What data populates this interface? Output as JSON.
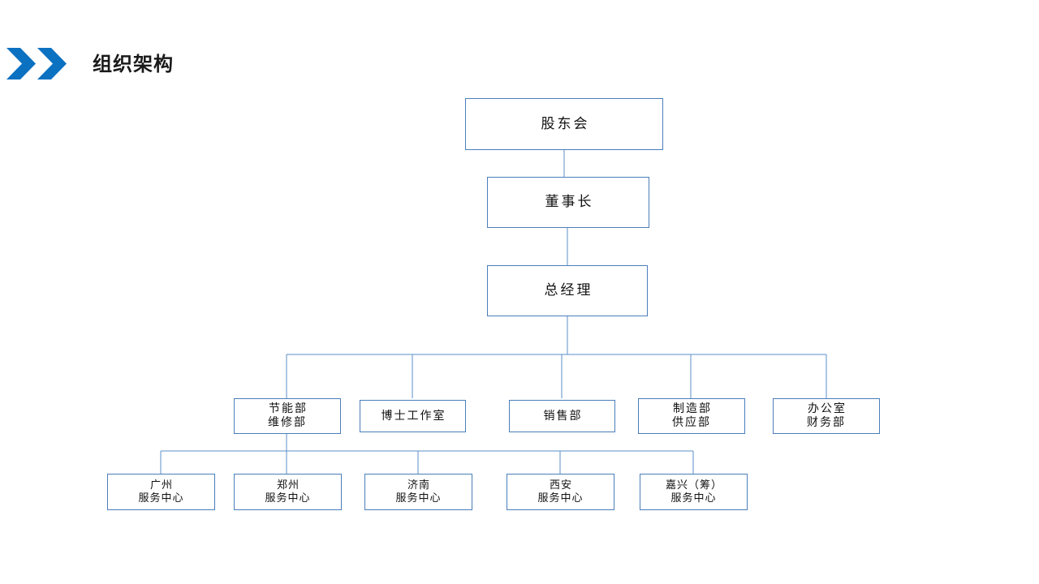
{
  "header": {
    "title": "组织架构",
    "icon": "double-chevron-right-icon",
    "accent_color": "#0b71c1"
  },
  "theme": {
    "box_border_color": "#4a7ebb",
    "connector_color": "#5b8fc9",
    "background": "#ffffff",
    "text_color": "#111111"
  },
  "chart_data": {
    "type": "diagram",
    "title": "组织架构",
    "orientation": "top-down",
    "levels": [
      {
        "name": "executive",
        "nodes": [
          "股东会",
          "董事长",
          "总经理"
        ]
      },
      {
        "name": "departments",
        "nodes": [
          "节能部\n维修部",
          "博士工作室",
          "销售部",
          "制造部\n供应部",
          "办公室\n财务部"
        ]
      },
      {
        "name": "service-centers",
        "nodes": [
          "广州\n服务中心",
          "郑州\n服务中心",
          "济南\n服务中心",
          "西安\n服务中心",
          "嘉兴（筹）\n服务中心"
        ]
      }
    ],
    "edges": [
      {
        "from": "股东会",
        "to": "董事长"
      },
      {
        "from": "董事长",
        "to": "总经理"
      },
      {
        "from": "总经理",
        "to": "节能部\n维修部"
      },
      {
        "from": "总经理",
        "to": "博士工作室"
      },
      {
        "from": "总经理",
        "to": "销售部"
      },
      {
        "from": "总经理",
        "to": "制造部\n供应部"
      },
      {
        "from": "总经理",
        "to": "办公室\n财务部"
      },
      {
        "from": "节能部\n维修部",
        "to": "广州\n服务中心"
      },
      {
        "from": "节能部\n维修部",
        "to": "郑州\n服务中心"
      },
      {
        "from": "节能部\n维修部",
        "to": "济南\n服务中心"
      },
      {
        "from": "节能部\n维修部",
        "to": "西安\n服务中心"
      },
      {
        "from": "节能部\n维修部",
        "to": "嘉兴（筹）\n服务中心"
      }
    ]
  },
  "nodes": {
    "shareholders": {
      "label": "股东会"
    },
    "chairman": {
      "label": "董事长"
    },
    "general_manager": {
      "label": "总经理"
    },
    "dept_energy": {
      "label": "节能部\n维修部"
    },
    "dept_doctor_studio": {
      "label": "博士工作室"
    },
    "dept_sales": {
      "label": "销售部"
    },
    "dept_manufacturing": {
      "label": "制造部\n供应部"
    },
    "dept_office": {
      "label": "办公室\n财务部"
    },
    "center_guangzhou": {
      "label": "广州\n服务中心"
    },
    "center_zhengzhou": {
      "label": "郑州\n服务中心"
    },
    "center_jinan": {
      "label": "济南\n服务中心"
    },
    "center_xian": {
      "label": "西安\n服务中心"
    },
    "center_jiaxing": {
      "label": "嘉兴（筹）\n服务中心"
    }
  }
}
